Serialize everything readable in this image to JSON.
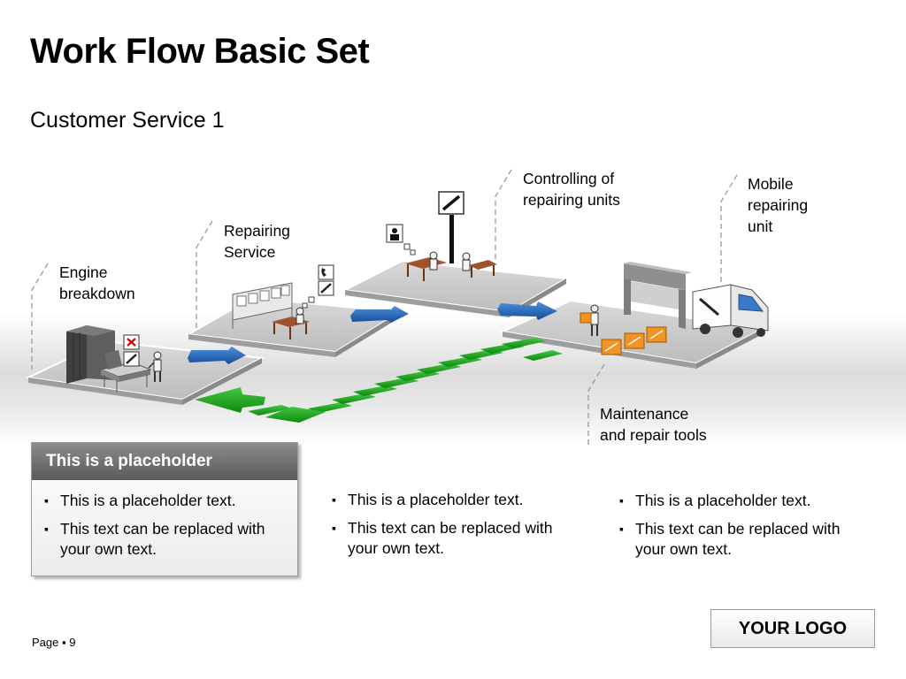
{
  "title": "Work Flow Basic Set",
  "subtitle": "Customer Service 1",
  "labels": {
    "engine_breakdown": "Engine\nbreakdown",
    "repairing_service": "Repairing\nService",
    "controlling": "Controlling of\nrepairing units",
    "mobile_unit": "Mobile\nrepairing\nunit",
    "maintenance_tools": "Maintenance\nand repair tools"
  },
  "placeholder_box": {
    "header": "This is a placeholder",
    "bullets": [
      "This is a placeholder text.",
      "This text can be replaced with your own text."
    ]
  },
  "column2": {
    "bullets": [
      "This is a placeholder text.",
      "This text can be replaced with your own text."
    ]
  },
  "column3": {
    "bullets": [
      "This is a placeholder text.",
      "This text can be replaced with your own text."
    ]
  },
  "footer": {
    "page": "Page ▪ 9",
    "logo": "YOUR LOGO"
  },
  "colors": {
    "flow_green": "#169c16",
    "flow_blue": "#1f63b5",
    "crate_orange": "#f29322",
    "furniture_brown": "#8b4513"
  },
  "icons": [
    "wrench-icon",
    "phone-icon",
    "person-icon",
    "x-mark-icon",
    "truck-icon",
    "garage-door-icon"
  ]
}
